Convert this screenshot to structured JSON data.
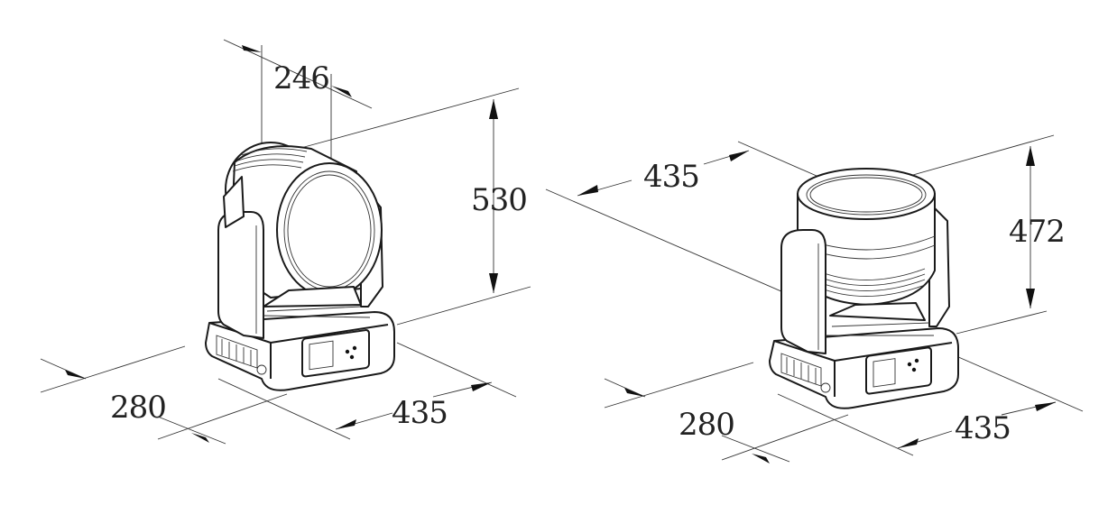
{
  "colors": {
    "line": "#222222",
    "background": "#ffffff"
  },
  "fixtures": [
    {
      "name_hint": "front-view",
      "dimensions": {
        "head_width": "246",
        "height": "530",
        "depth": "280",
        "width": "435"
      }
    },
    {
      "name_hint": "tilted-view",
      "dimensions": {
        "head_width": "435",
        "height": "472",
        "depth": "280",
        "width": "435"
      }
    }
  ]
}
